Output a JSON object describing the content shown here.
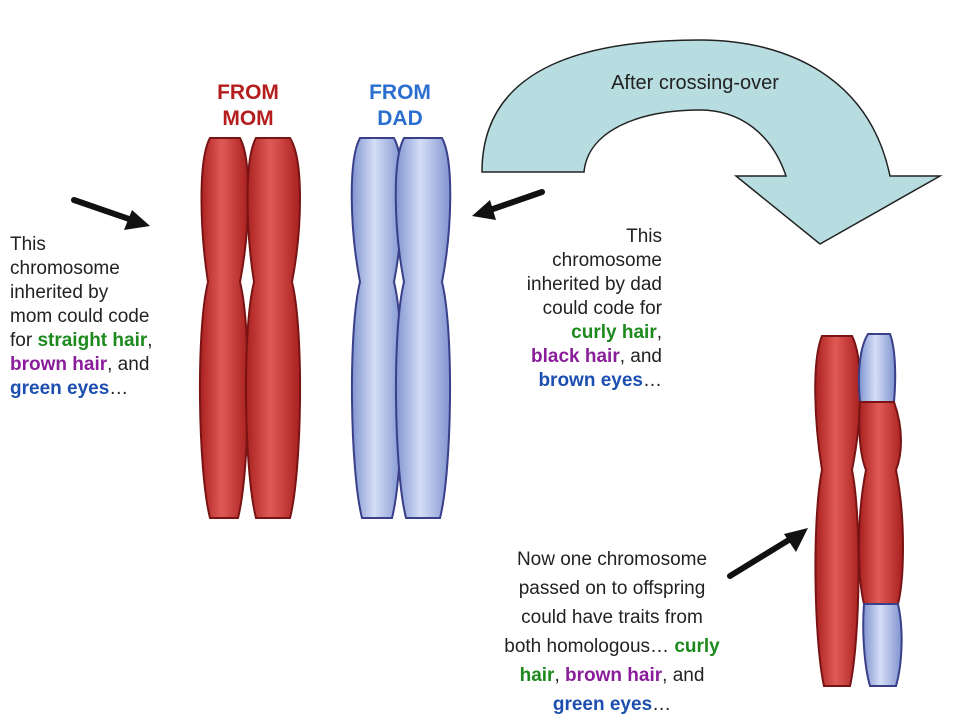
{
  "headers": {
    "mom": [
      "FROM",
      "MOM"
    ],
    "dad": [
      "FROM",
      "DAD"
    ],
    "crossing": "After crossing-over"
  },
  "mom_caption": {
    "lines": [
      "This",
      "chromosome",
      "inherited by",
      "mom could code"
    ],
    "line5": {
      "pre": "for ",
      "trait": "straight hair",
      "post": ","
    },
    "line6": {
      "trait": "brown hair",
      "post": ", and"
    },
    "line7": {
      "trait": "green eyes",
      "post": "…"
    }
  },
  "dad_caption": {
    "lines": [
      "This",
      "chromosome",
      "inherited by dad",
      "could code for"
    ],
    "line5": {
      "trait": "curly hair",
      "post": ","
    },
    "line6": {
      "trait": "black hair",
      "post": ", and"
    },
    "line7": {
      "trait": "brown eyes",
      "post": "…"
    }
  },
  "offspring_caption": {
    "lines": [
      "Now one chromosome",
      "passed on to offspring",
      "could have traits from"
    ],
    "line4": {
      "pre": "both homologous… ",
      "trait": "curly"
    },
    "line5": {
      "trait": "hair",
      "mid": ", ",
      "trait2": "brown hair",
      "post": ", and"
    },
    "line6": {
      "trait": "green eyes",
      "post": "…"
    }
  },
  "colors": {
    "mom_red": "#b41e1e",
    "dad_blue": "#2a6fcf",
    "trait_green": "#1e8a1e",
    "trait_purple": "#8a1e9a",
    "trait_blue": "#1c4fb0",
    "chromosome_red": "#c9302c",
    "chromosome_blue": "#9fb1e2",
    "arrow_fill": "#b7dde0"
  }
}
